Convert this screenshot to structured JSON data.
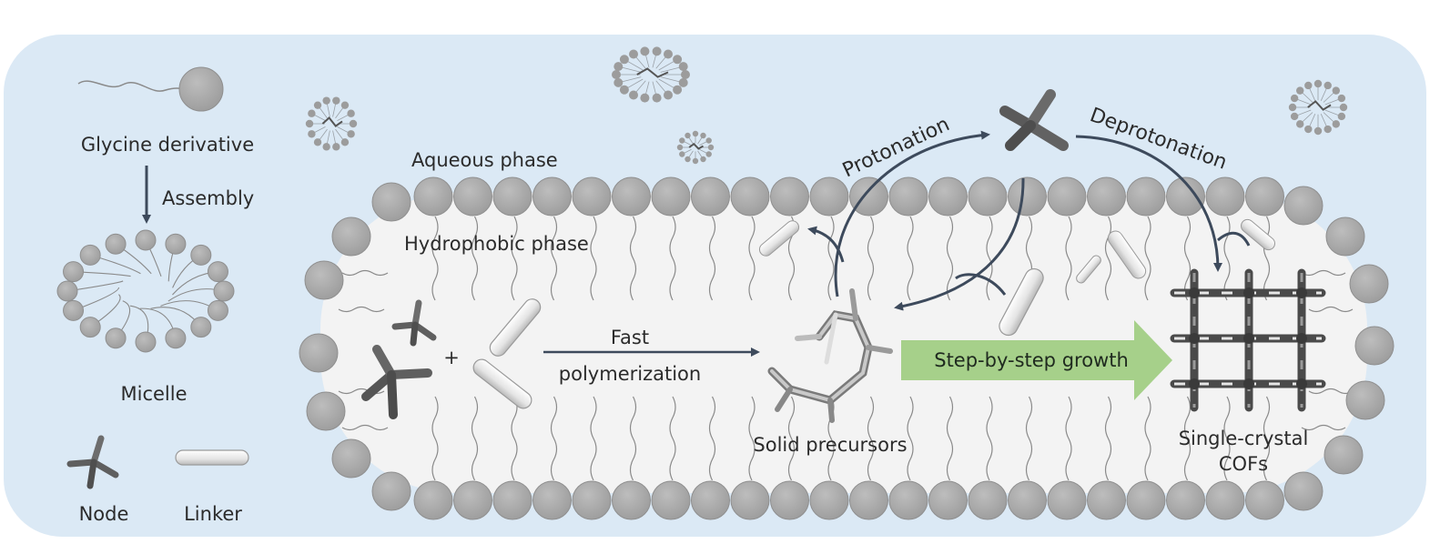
{
  "legend": {
    "glycine_derivative": "Glycine derivative",
    "assembly": "Assembly",
    "micelle": "Micelle",
    "node": "Node",
    "linker": "Linker"
  },
  "phases": {
    "aqueous": "Aqueous phase",
    "hydrophobic": "Hydrophobic phase"
  },
  "process": {
    "protonation": "Protonation",
    "deprotonation": "Deprotonation",
    "fast": "Fast",
    "polymerization": "polymerization",
    "plus": "+",
    "solid_precursors": "Solid precursors",
    "step_growth": "Step-by-step growth",
    "single_crystal": "Single-crystal",
    "cofs": "COFs"
  },
  "colors": {
    "panel_bg": "#dbe9f5",
    "channel_bg": "#f3f3f3",
    "bead": "#a9a9a9",
    "bead_stroke": "#8f8f8f",
    "tail": "#8a8a8a",
    "arrow": "#3d4a5c",
    "node": "#5f5f5f",
    "linker": "#e6e6e6",
    "green_arrow": "#a6d08a"
  }
}
